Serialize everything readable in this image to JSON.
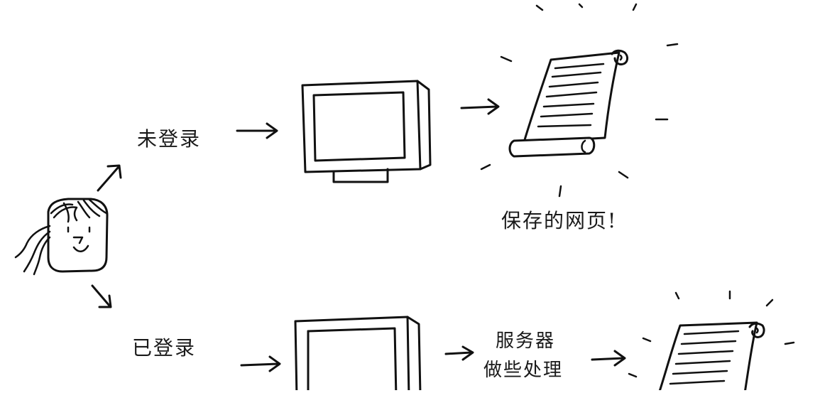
{
  "labels": {
    "not_logged_in": "未登录",
    "saved_page": "保存的网页!",
    "logged_in": "已登录",
    "server_line1": "服务器",
    "server_line2": "做些处理"
  }
}
